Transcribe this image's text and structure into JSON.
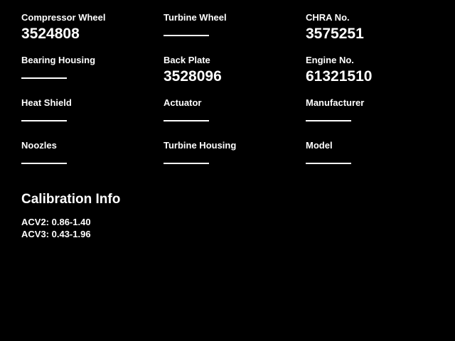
{
  "screen": {
    "background_color": "#000000",
    "text_color": "#ffffff"
  },
  "fields": [
    {
      "label": "Compressor Wheel",
      "value": "3524808"
    },
    {
      "label": "Turbine Wheel",
      "value": ""
    },
    {
      "label": "CHRA No.",
      "value": "3575251"
    },
    {
      "label": "Bearing Housing",
      "value": ""
    },
    {
      "label": "Back Plate",
      "value": "3528096"
    },
    {
      "label": "Engine No.",
      "value": "61321510"
    },
    {
      "label": "Heat Shield",
      "value": ""
    },
    {
      "label": "Actuator",
      "value": ""
    },
    {
      "label": "Manufacturer",
      "value": ""
    },
    {
      "label": "Noozles",
      "value": ""
    },
    {
      "label": "Turbine Housing",
      "value": ""
    },
    {
      "label": "Model",
      "value": ""
    }
  ],
  "calibration": {
    "title": "Calibration Info",
    "lines": [
      "ACV2: 0.86-1.40",
      "ACV3: 0.43-1.96"
    ]
  }
}
